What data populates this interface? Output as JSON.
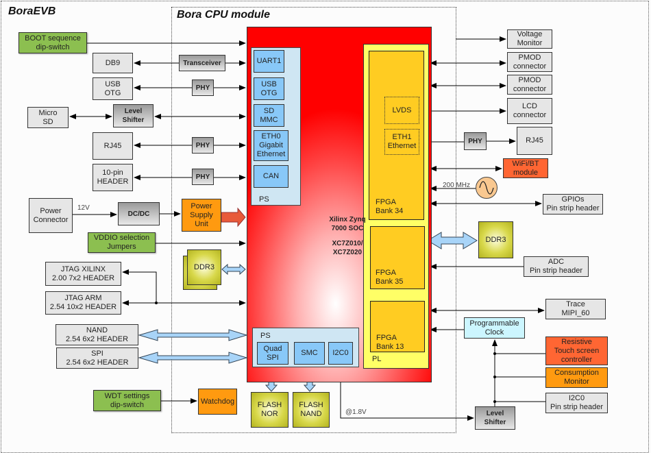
{
  "titles": {
    "board": "BoraEVB",
    "module": "Bora CPU module"
  },
  "soc": {
    "name": "Xilinx Zynq\n7000 SOC",
    "parts": "XC7Z010/\nXC7Z020",
    "ps_top_label": "PS",
    "ps_bottom_label": "PS",
    "pl_label": "PL",
    "ps_top_blocks": [
      "UART1",
      "USB\nOTG",
      "SD\nMMC",
      "ETH0\nGigabit\nEthernet",
      "CAN"
    ],
    "ps_bottom_blocks": [
      "Quad\nSPI",
      "SMC",
      "I2C0"
    ],
    "pl_blocks": {
      "lvds": "LVDS",
      "eth1": "ETH1\nEthernet",
      "bank34": "FPGA\nBank 34",
      "bank35": "FPGA\nBank 35",
      "bank13": "FPGA\nBank 13"
    }
  },
  "left_blocks": {
    "boot": "BOOT sequence\ndip-switch",
    "db9": "DB9",
    "usb_otg": "USB\nOTG",
    "micro_sd": "Micro\nSD",
    "rj45": "RJ45",
    "header10": "10-pin\nHEADER",
    "power_connector": "Power\nConnector",
    "vddio": "VDDIO selection\nJumpers",
    "jtag_xilinx": "JTAG XILINX\n2.00 7x2 HEADER",
    "jtag_arm": "JTAG ARM\n2.54 10x2 HEADER",
    "nand_header": "NAND\n2.54 6x2 HEADER",
    "spi_header": "SPI\n2.54 6x2 HEADER",
    "wdt": "WDT settings\ndip-switch"
  },
  "mid_blocks": {
    "transceiver": "Transceiver",
    "phy_usb": "PHY",
    "level_shifter_sd": "Level\nShifter",
    "phy_rj45": "PHY",
    "phy_can": "PHY",
    "dcdc": "DC/DC",
    "psu": "Power\nSupply\nUnit",
    "ddr3_left": "DDR3",
    "watchdog": "Watchdog",
    "flash_nor": "FLASH\nNOR",
    "flash_nand": "FLASH\nNAND"
  },
  "right_blocks": {
    "voltage_monitor": "Voltage\nMonitor",
    "pmod1": "PMOD\nconnector",
    "pmod2": "PMOD\nconnector",
    "lcd": "LCD\nconnector",
    "phy_eth1": "PHY",
    "rj45": "RJ45",
    "wifi": "WiFi/BT\nmodule",
    "gpios": "GPIOs\nPin strip header",
    "ddr3_right": "DDR3",
    "adc": "ADC\nPin strip header",
    "trace": "Trace\nMIPI_60",
    "prog_clock": "Programmable\nClock",
    "touch": "Resistive\nTouch screen\ncontroller",
    "consumption": "Consumption\nMonitor",
    "i2c0_header": "I2C0\nPin strip header",
    "level_shifter_i2c": "Level\nShifter"
  },
  "wire_labels": {
    "v12": "12V",
    "mhz": "200 MHz",
    "v18": "@1.8V"
  },
  "colors": {
    "soc_red": "#ff0000",
    "pl_yellow": "#ffff66",
    "bank_gold": "#ffcc22",
    "ps_blue": "#cfe6f3",
    "bus_blue": "#a8d4f8",
    "green": "#8cbf50",
    "orange": "#ff9a10",
    "red_orange": "#ff6633"
  }
}
